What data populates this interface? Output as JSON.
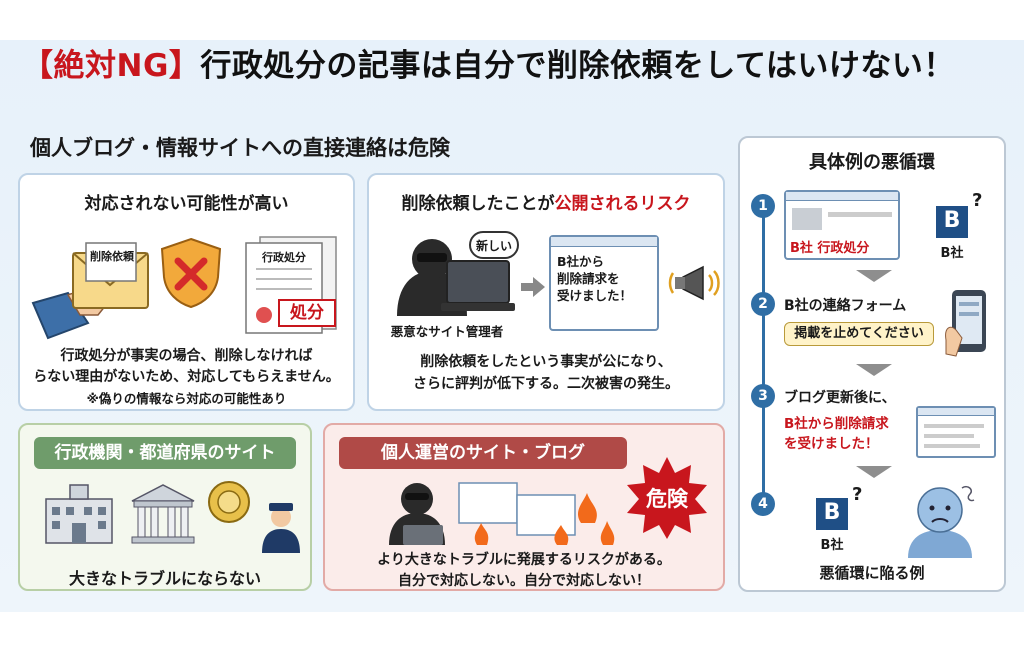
{
  "header": {
    "title_bracket": "【絶対NG】",
    "title_main": "行政処分の記事は自分で削除依頼をしてはいけない！",
    "subtitle": "個人ブログ・情報サイトへの直接連絡は危険"
  },
  "card_unresponsive": {
    "title": "対応されない可能性が高い",
    "envelope_label": "削除依頼",
    "document_label": "行政処分",
    "stamp_label": "処分",
    "body_line1": "行政処分が事実の場合、削除しなければ",
    "body_line2": "らない理由がないため、対応してもらえません。",
    "note": "※偽りの情報なら対応の可能性あり"
  },
  "card_publicity": {
    "title_prefix": "削除依頼したことが",
    "title_highlight": "公開されるリスク",
    "bubble": "新しい",
    "admin_label": "悪意なサイト管理者",
    "screen_line1": "B社から",
    "screen_line2": "削除請求を",
    "screen_line3": "受けました！",
    "body_line1": "削除依頼をしたという事実が公になり、",
    "body_line2": "さらに評判が低下する。二次被害の発生。"
  },
  "card_government": {
    "band": "行政機関・都道府県のサイト",
    "body": "大きなトラブルにならない"
  },
  "card_personal": {
    "band": "個人運営のサイト・ブログ",
    "danger": "危険",
    "body_line1": "より大きなトラブルに発展するリスクがある。",
    "body_line2": "自分で対応しない。自分で対応しない！"
  },
  "vicious_cycle": {
    "title": "具体例の悪循環",
    "steps": [
      {
        "num": "1",
        "screen_text": "B社 行政処分",
        "company": "B社",
        "logo": "B",
        "question": "?"
      },
      {
        "num": "2",
        "label": "B社の連絡フォーム",
        "pill": "掲載を止めてください"
      },
      {
        "num": "3",
        "label": "ブログ更新後に、",
        "red_line1": "B社から削除請求",
        "red_line2": "を受けました！"
      },
      {
        "num": "4",
        "company": "B社",
        "logo": "B",
        "question": "?"
      }
    ],
    "footer": "悪循環に陥る例"
  },
  "colors": {
    "accent_red": "#c8161d",
    "accent_blue": "#2f6ea5",
    "green_band": "#6f9c6b",
    "red_band": "#b04a47"
  }
}
